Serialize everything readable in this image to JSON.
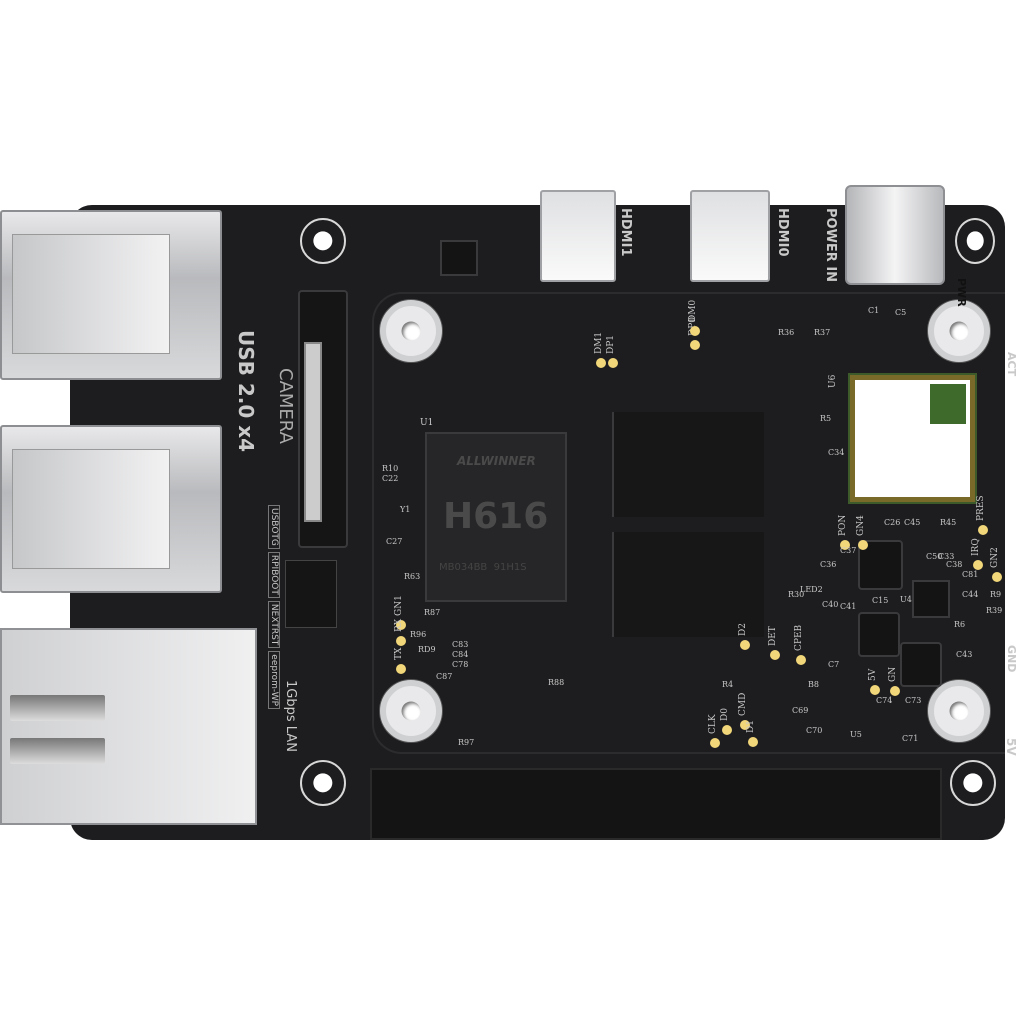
{
  "board": {
    "soc": {
      "brand": "ALLWINNER",
      "model": "H616",
      "marking": "MB034BB  91H1S",
      "ref": "U1"
    },
    "labels": {
      "usb": "USB 2.0 x4",
      "camera": "CAMERA",
      "lan": "1Gbps LAN",
      "hdmi1": "HDMI1",
      "hdmi0": "HDMI0",
      "power": "POWER IN",
      "pwr": "PWR",
      "act": "ACT",
      "gnd": "GND",
      "v5": "5V",
      "wifi_ref": "U6",
      "dip": [
        "USBOTG",
        "RPIBOOT",
        "NEXTRST",
        "eeprom-WP"
      ]
    },
    "testpoints": [
      "DM1",
      "DP1",
      "DP0",
      "DM0",
      "GN1",
      "RX",
      "TX",
      "PON",
      "GN4",
      "PRES",
      "IRQ",
      "GN2",
      "DET",
      "CPEB",
      "CMD",
      "CLK",
      "D0",
      "D1",
      "D2",
      "5V",
      "GN"
    ],
    "refs": [
      "R10",
      "C22",
      "Y1",
      "C27",
      "R63",
      "R87",
      "R96",
      "RD9",
      "C83",
      "C84",
      "C78",
      "C87",
      "R88",
      "R97",
      "R36",
      "R37",
      "C1",
      "C5",
      "R5",
      "C34",
      "C26",
      "C45",
      "R45",
      "C37",
      "C36",
      "C15",
      "C40",
      "C41",
      "LED2",
      "R30",
      "R4",
      "B8",
      "C7",
      "C74",
      "C73",
      "C69",
      "C70",
      "C71",
      "U5",
      "U4",
      "C43",
      "C50",
      "C33",
      "C38",
      "C81",
      "C44",
      "R6",
      "R39",
      "R9"
    ]
  }
}
